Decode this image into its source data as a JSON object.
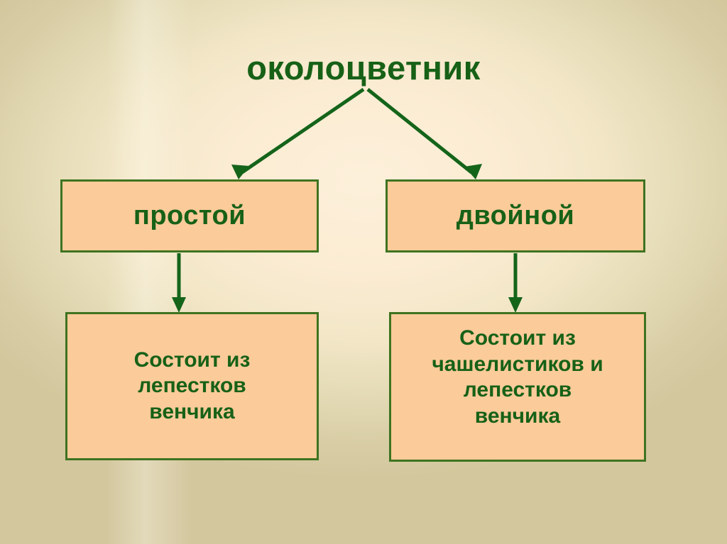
{
  "slide": {
    "title": "околоцветник",
    "background_outer_color": "#d3c79e",
    "background_inner_color": "#fbedd5",
    "text_color": "#176117",
    "box_fill_color": "#fbcb9a",
    "box_border_color": "#3f7320",
    "arrow_color": "#14641a"
  },
  "diagram": {
    "type": "tree",
    "root": "околоцветник",
    "nodes": [
      {
        "id": "simple",
        "label": "простой"
      },
      {
        "id": "double",
        "label": "двойной"
      },
      {
        "id": "simple_desc",
        "label": "Состоит из лепестков венчика",
        "lines": [
          "Состоит из",
          "лепестков",
          "венчика"
        ]
      },
      {
        "id": "double_desc",
        "label": "Состоит из чашелистиков и лепестков венчика",
        "lines": [
          "Состоит из",
          "чашелистиков и",
          "лепестков",
          "венчика"
        ]
      }
    ],
    "edges": [
      {
        "from": "околоцветник",
        "to": "простой",
        "style": "diagonal-arrow"
      },
      {
        "from": "околоцветник",
        "to": "двойной",
        "style": "diagonal-arrow"
      },
      {
        "from": "простой",
        "to": "Состоит из лепестков венчика",
        "style": "vertical-arrow"
      },
      {
        "from": "двойной",
        "to": "Состоит из чашелистиков и лепестков венчика",
        "style": "vertical-arrow"
      }
    ]
  }
}
